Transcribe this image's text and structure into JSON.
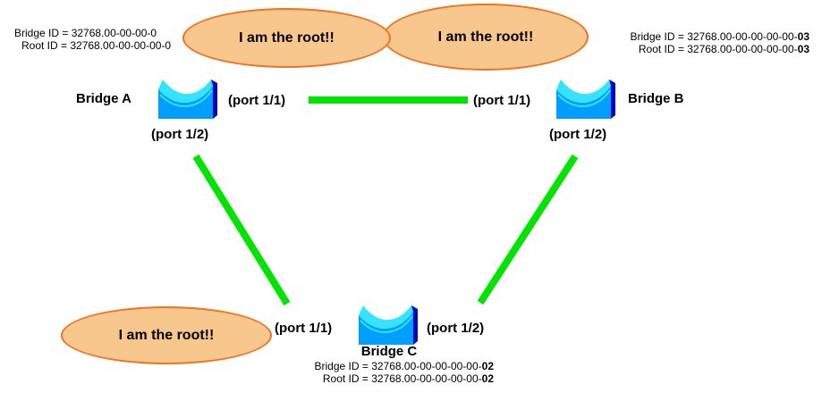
{
  "diagram_title": "Spanning tree bridges all claiming root",
  "colors": {
    "link_green": "#00e400",
    "bubble_fill": "#f8c78e",
    "bubble_border": "#ee7420",
    "bridge_body": "#009eff",
    "bridge_top": "#35e2ff",
    "bridge_side": "#0009c0",
    "text": "#000000"
  },
  "bubbles": {
    "a": "I am the root!!",
    "b": "I am the root!!",
    "c": "I am the root!!"
  },
  "bridge_a": {
    "label": "Bridge A",
    "port_right": "(port 1/1)",
    "port_bottom": "(port 1/2)",
    "bridge_id_visible": "Bridge ID = 32768.00-00-00-0",
    "root_id_visible": "Root ID = 32768.00-00-00-00-0"
  },
  "bridge_b": {
    "label": "Bridge B",
    "port_left": "(port 1/1)",
    "port_bottom": "(port 1/2)",
    "bridge_id_prefix": "Bridge ID = 32768.00-00-00-00-00-",
    "bridge_id_suffix": "03",
    "root_id_prefix": "Root ID = 32768.00-00-00-00-00-",
    "root_id_suffix": "03"
  },
  "bridge_c": {
    "label": "Bridge C",
    "port_left": "(port 1/1)",
    "port_right": "(port 1/2)",
    "bridge_id_prefix": "Bridge ID = 32768.00-00-00-00-00-",
    "bridge_id_suffix": "02",
    "root_id_prefix": "Root ID = 32768.00-00-00-00-00-",
    "root_id_suffix": "02"
  },
  "links": [
    {
      "name": "link-a-b",
      "from": "Bridge A port 1/1",
      "to": "Bridge B port 1/1"
    },
    {
      "name": "link-a-c",
      "from": "Bridge A port 1/2",
      "to": "Bridge C port 1/1"
    },
    {
      "name": "link-b-c",
      "from": "Bridge B port 1/2",
      "to": "Bridge C port 1/2"
    }
  ]
}
